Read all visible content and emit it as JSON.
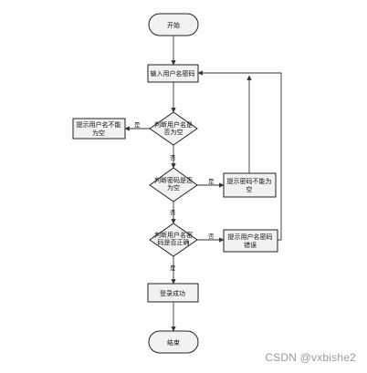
{
  "nodes": {
    "start": "开始",
    "input": "输入用户名密码",
    "check_username": [
      "判断用户名是",
      "否为空"
    ],
    "username_empty_msg": [
      "提示用户名不能",
      "为空"
    ],
    "check_password": [
      "判断密码是否",
      "为空"
    ],
    "password_empty_msg": [
      "提示密码不能为",
      "空"
    ],
    "check_match": [
      "判断用户名密",
      "码是否正确"
    ],
    "wrong_msg": [
      "提示用户名密码",
      "错误"
    ],
    "success": "登录成功",
    "end": "结束"
  },
  "edge_labels": {
    "yes": "是",
    "no": "否"
  },
  "watermark": "CSDN @vxbishe2"
}
